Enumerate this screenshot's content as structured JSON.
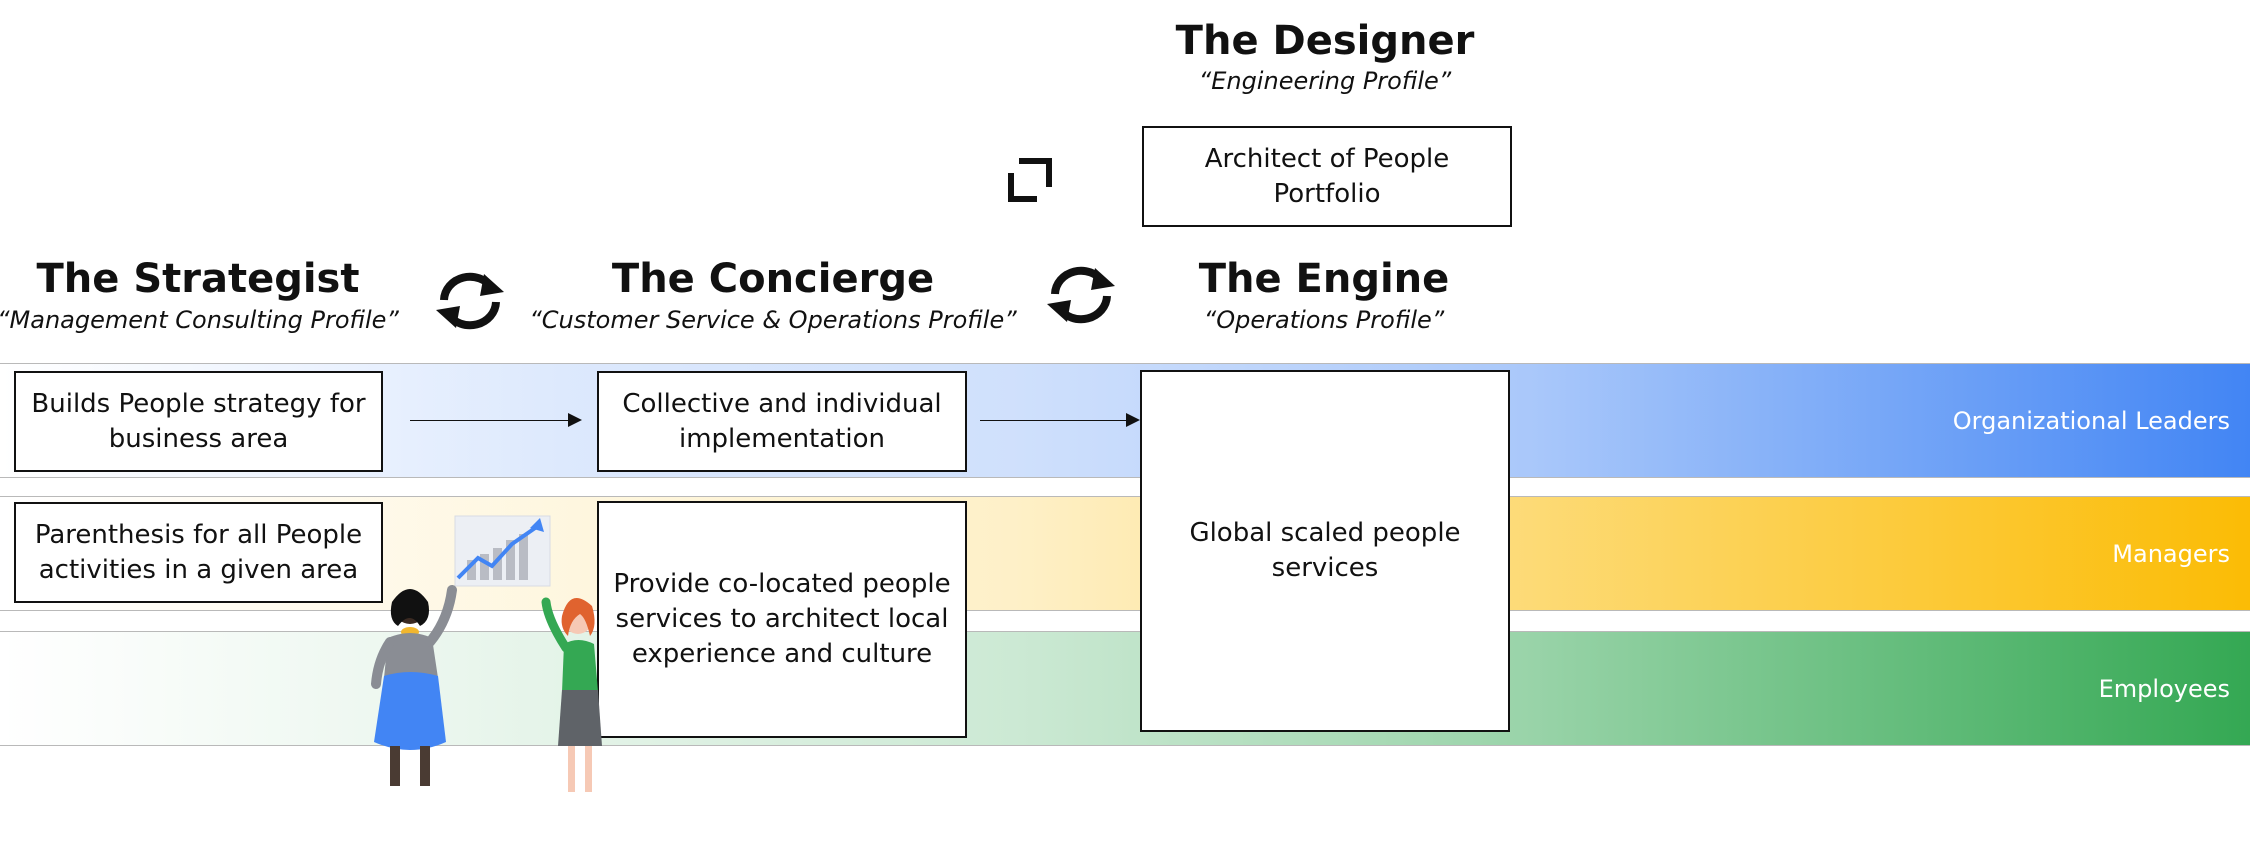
{
  "colors": {
    "leaders": "#4285F4",
    "managers": "#FBBC05",
    "employees": "#34A853",
    "box_border": "#111111"
  },
  "roles": {
    "designer": {
      "title": "The Designer",
      "subtitle": "“Engineering Profile”"
    },
    "strategist": {
      "title": "The Strategist",
      "subtitle": "“Management Consulting Profile”"
    },
    "concierge": {
      "title": "The Concierge",
      "subtitle": "“Customer Service & Operations Profile”"
    },
    "engine": {
      "title": "The Engine",
      "subtitle": "“Operations Profile”"
    }
  },
  "bands": {
    "leaders": "Organizational Leaders",
    "managers": "Managers",
    "employees": "Employees"
  },
  "boxes": {
    "architect": "Architect of People Portfolio",
    "strategy": "Builds People strategy for business area",
    "parenthesis": "Parenthesis for all People activities in a given area",
    "implementation": "Collective and individual implementation",
    "colocated": "Provide co-located people services to architect local experience and culture",
    "global": "Global scaled people services"
  },
  "icons": {
    "cycle_1": "sync-icon",
    "cycle_2": "sync-icon",
    "expand": "expand-corner-icon",
    "illustration": "people-with-growth-chart-illustration"
  }
}
